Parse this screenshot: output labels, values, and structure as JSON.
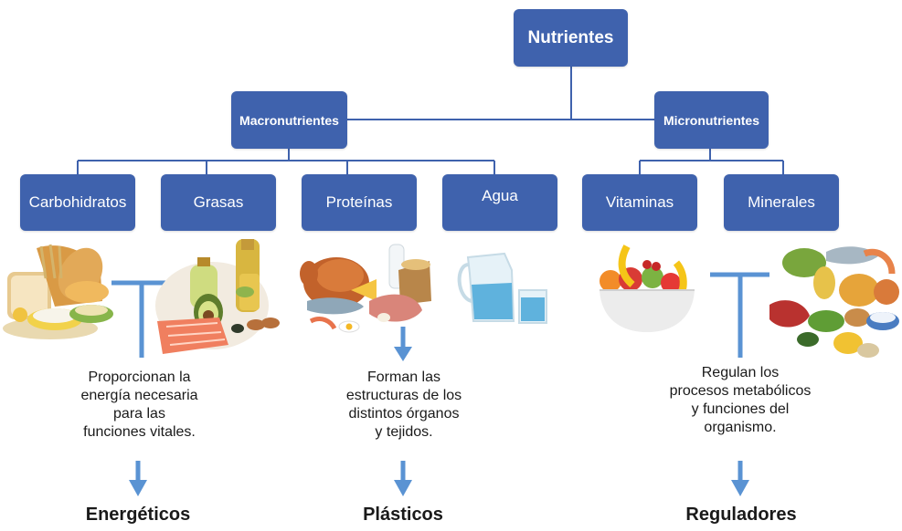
{
  "root": {
    "label": "Nutrientes"
  },
  "groups": [
    {
      "label": "Macronutrientes"
    },
    {
      "label": "Micronutrientes"
    }
  ],
  "nutrients": [
    {
      "label": "Carbohidratos"
    },
    {
      "label": "Grasas"
    },
    {
      "label": "Proteínas"
    },
    {
      "label": "Agua"
    },
    {
      "label": "Vitaminas"
    },
    {
      "label": "Minerales"
    }
  ],
  "functions": [
    {
      "text": "Proporcionan la\nenergía necesaria\npara las\nfunciones vitales.",
      "category": "Energéticos"
    },
    {
      "text": "Forman las\nestructuras de los\ndistintos órganos\ny tejidos.",
      "category": "Plásticos"
    },
    {
      "text": "Regulan los\nprocesos metabólicos\ny funciones del\norganismo.",
      "category": "Reguladores"
    }
  ],
  "colors": {
    "box": "#3f62ad",
    "line": "#3f62ad",
    "arrow": "#5a93d3"
  }
}
